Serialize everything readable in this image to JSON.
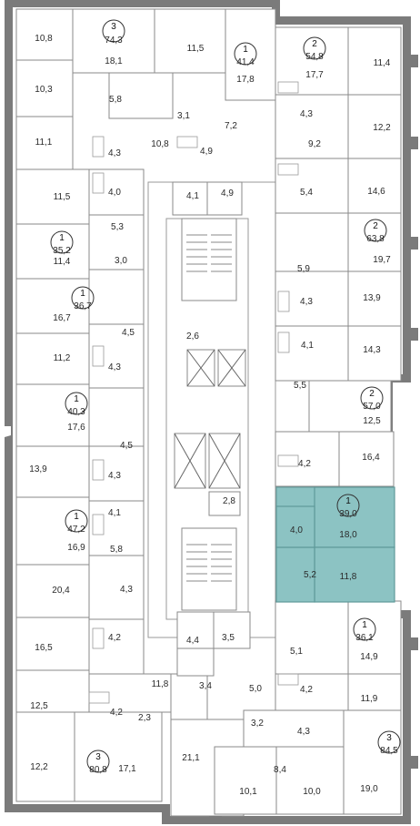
{
  "colors": {
    "highlight": "#8cc3c3",
    "wall": "#7b7b7b"
  },
  "apartments": [
    {
      "rooms": "3",
      "area": "74,3"
    },
    {
      "rooms": "1",
      "area": "41,4"
    },
    {
      "rooms": "2",
      "area": "54,8"
    },
    {
      "rooms": "2",
      "area": "63,8"
    },
    {
      "rooms": "1",
      "area": "35,2"
    },
    {
      "rooms": "1",
      "area": "36,7"
    },
    {
      "rooms": "2",
      "area": "57,0"
    },
    {
      "rooms": "1",
      "area": "40,3"
    },
    {
      "rooms": "1",
      "area": "39,0"
    },
    {
      "rooms": "1",
      "area": "47,2"
    },
    {
      "rooms": "1",
      "area": "36,1"
    },
    {
      "rooms": "3",
      "area": "84,5"
    },
    {
      "rooms": "3",
      "area": "80,8"
    }
  ],
  "room_labels": [
    "10,8",
    "18,1",
    "11,5",
    "17,8",
    "17,7",
    "11,4",
    "10,3",
    "5,8",
    "3,1",
    "7,2",
    "4,3",
    "9,2",
    "12,2",
    "11,1",
    "4,3",
    "10,8",
    "4,9",
    "4,0",
    "11,5",
    "4,1",
    "4,9",
    "5,4",
    "14,6",
    "5,3",
    "11,4",
    "3,0",
    "19,7",
    "5,9",
    "13,9",
    "4,3",
    "16,7",
    "4,5",
    "2,6",
    "11,2",
    "4,3",
    "4,1",
    "14,3",
    "5,5",
    "17,6",
    "4,5",
    "12,5",
    "13,9",
    "4,3",
    "16,4",
    "4,2",
    "4,1",
    "2,8",
    "4,0",
    "18,0",
    "16,9",
    "5,8",
    "5,2",
    "11,8",
    "20,4",
    "4,3",
    "16,5",
    "4,2",
    "4,4",
    "3,5",
    "14,9",
    "5,1",
    "11,8",
    "3,4",
    "5,0",
    "4,2",
    "11,9",
    "12,5",
    "4,2",
    "2,3",
    "3,2",
    "4,3",
    "21,1",
    "8,4",
    "12,2",
    "17,1",
    "10,1",
    "10,0",
    "19,0"
  ]
}
